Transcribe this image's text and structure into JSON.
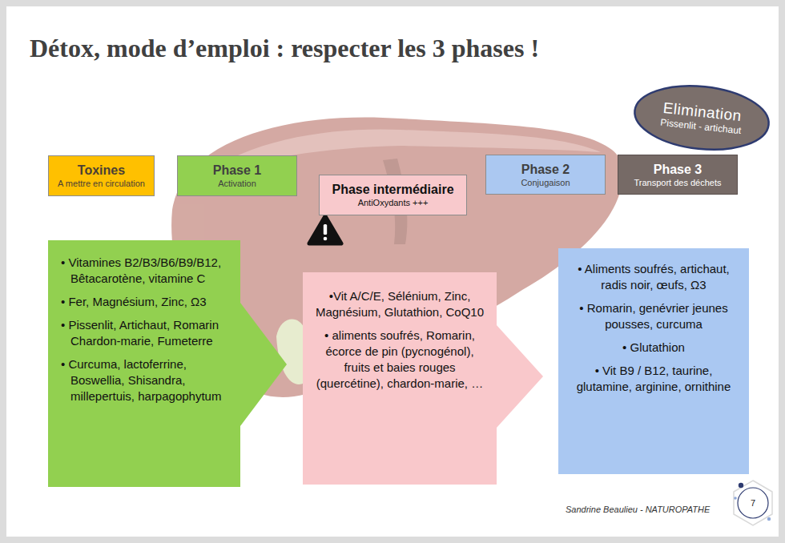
{
  "diagram": {
    "title": "Détox, mode d’emploi : respecter les 3 phases !",
    "nodes": [
      {
        "text": [
          "Elimination",
          "Pissenlit - artichaut"
        ]
      },
      {
        "text": [
          "Toxines",
          "A mettre en circulation"
        ]
      },
      {
        "text": [
          "Phase 1",
          "Activation"
        ]
      },
      {
        "text": [
          "Phase intermédiaire",
          "AntiOxydants +++"
        ]
      },
      {
        "text": [
          "Phase 2",
          "Conjugaison"
        ]
      },
      {
        "text": [
          "Phase 3",
          "Transport des déchets"
        ]
      },
      {
        "text": [
          "• Vitamines B2/B3/B6/B9/B12, Bêtacarotène, vitamine C",
          "• Fer, Magnésium, Zinc, Ω3",
          "• Pissenlit, Artichaut, Romarin Chardon-marie, Fumeterre",
          "• Curcuma, lactoferrine, Boswellia, Shisandra, millepertuis, harpagophytum"
        ]
      },
      {
        "text": [
          "•Vit A/C/E, Sélénium, Zinc, Magnésium, Glutathion, CoQ10",
          "• aliments soufrés, Romarin, écorce de pin (pycnogénol), fruits et baies rouges (quercétine), chardon-marie, …"
        ]
      },
      {
        "text": [
          "• Aliments soufrés, artichaut, radis noir, œufs, Ω3",
          "• Romarin, genévrier jeunes pousses, curcuma",
          "• Glutathion",
          "• Vit B9 / B12, taurine, glutamine, arginine, ornithine"
        ]
      },
      {
        "text": [
          "7"
        ]
      }
    ],
    "labels": [
      "Sandrine Beaulieu - NATUROPATHE"
    ]
  }
}
